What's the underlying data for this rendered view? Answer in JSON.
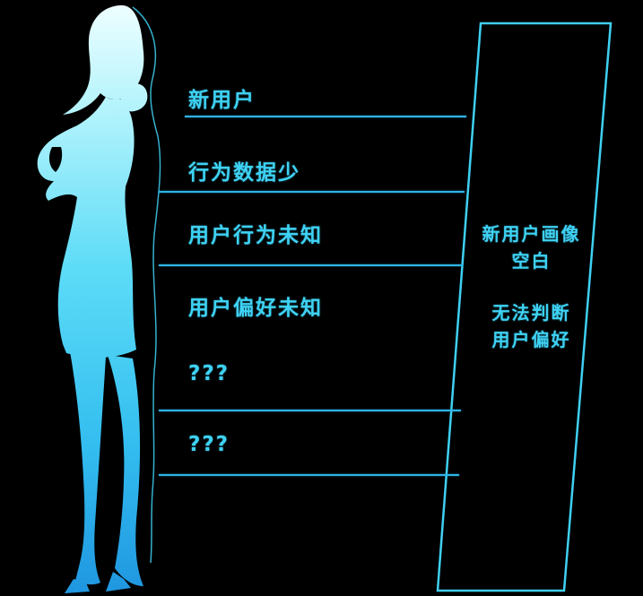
{
  "canvas": {
    "background": "#000000",
    "accent": "#3ed2f4"
  },
  "figure": {
    "description": "woman-silhouette-thinking"
  },
  "list": {
    "items": [
      {
        "label": "新用户",
        "underline": true
      },
      {
        "label": "行为数据少",
        "underline": true
      },
      {
        "label": "用户行为未知",
        "underline": true
      },
      {
        "label": "用户偏好未知",
        "underline": false
      },
      {
        "label": "???",
        "underline": true
      },
      {
        "label": "???",
        "underline": true
      }
    ]
  },
  "funnel": {
    "top": [
      "新用户画像",
      "空白"
    ],
    "bottom": [
      "无法判断",
      "用户偏好"
    ]
  }
}
